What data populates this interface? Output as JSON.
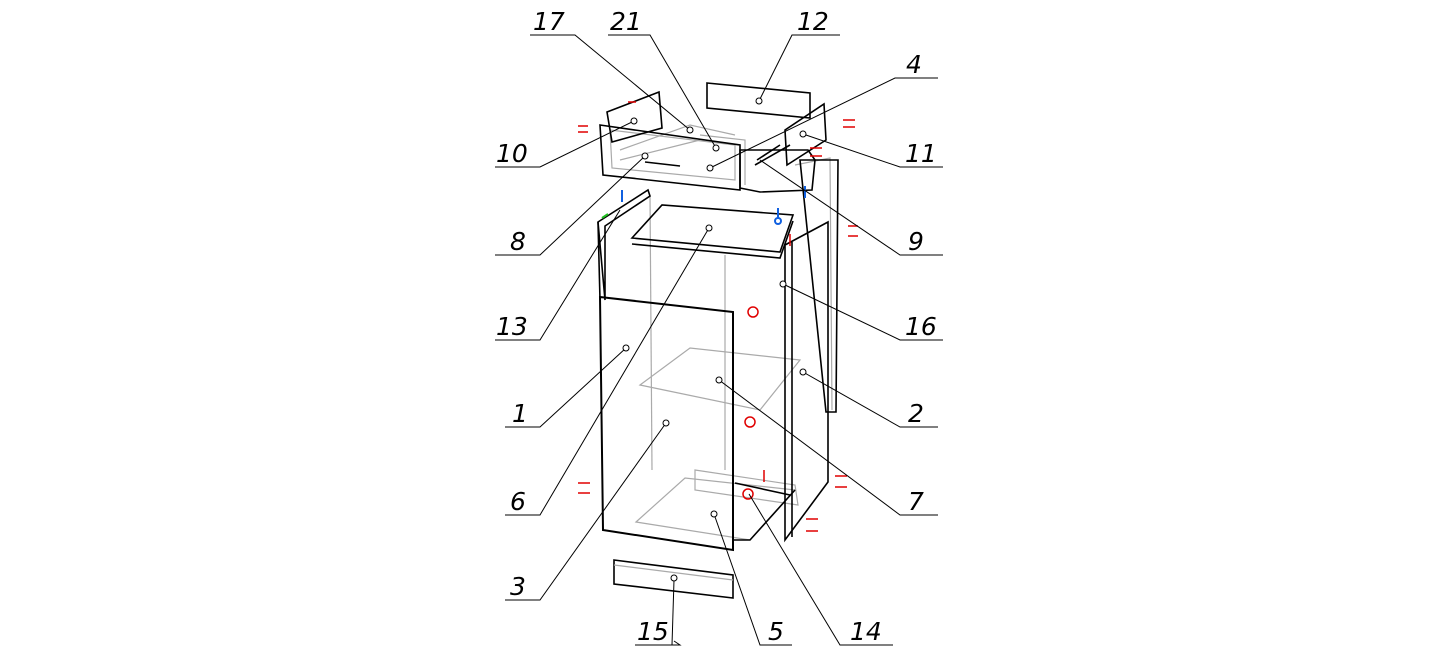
{
  "diagram": {
    "type": "exploded assembly view",
    "labels": [
      "17",
      "21",
      "12",
      "4",
      "10",
      "11",
      "8",
      "9",
      "13",
      "16",
      "1",
      "2",
      "6",
      "7",
      "3",
      "5",
      "14",
      "15"
    ]
  },
  "colors": {
    "line": "#000000",
    "hidden": "#aaaaaa",
    "fastener": "#e00000",
    "dowel": "#1060e0"
  }
}
